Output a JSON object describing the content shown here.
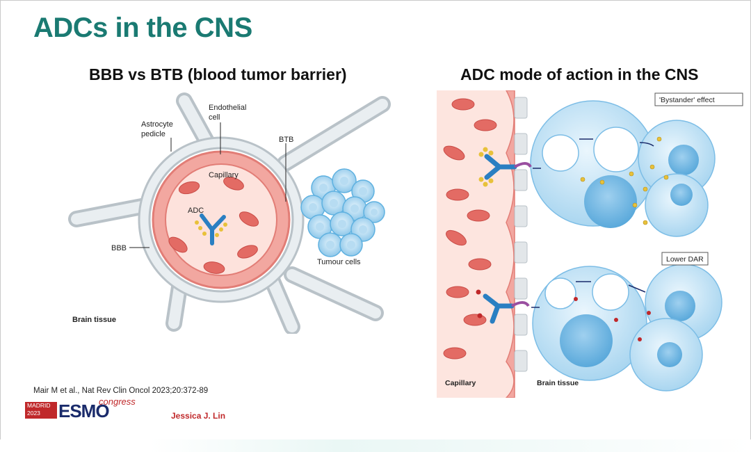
{
  "slide": {
    "title": "ADCs in the CNS",
    "left_panel_title": "BBB vs BTB (blood tumor barrier)",
    "right_panel_title": "ADC mode of action in the CNS",
    "citation": "Mair M et al., Nat Rev Clin Oncol 2023;20:372-89",
    "presenter": "Jessica J. Lin"
  },
  "left_diagram": {
    "labels": {
      "endothelial_cell": [
        "Endothelial",
        "cell"
      ],
      "astrocyte_pedicle": [
        "Astrocyte",
        "pedicle"
      ],
      "btb": "BTB",
      "capillary": "Capillary",
      "adc": "ADC",
      "bbb": "BBB",
      "tumour_cells": "Tumour cells",
      "brain_tissue": "Brain tissue"
    }
  },
  "right_diagram": {
    "labels": {
      "bystander_effect": "'Bystander' effect",
      "lower_dar": "Lower DAR",
      "capillary": "Capillary",
      "brain_tissue": "Brain tissue"
    }
  },
  "logo": {
    "city_line1": "MADRID",
    "city_line2": "2023",
    "brand": "ESMO",
    "suffix": "congress"
  },
  "colors": {
    "title_teal": "#1a7a72",
    "brand_red": "#c0282a",
    "brand_navy": "#1a2b6b",
    "cell_blue": "#5fb1e0",
    "vessel_pink": "#f2a7a0",
    "antibody_blue": "#2a7fc2",
    "payload_gold": "#e8c13a"
  }
}
